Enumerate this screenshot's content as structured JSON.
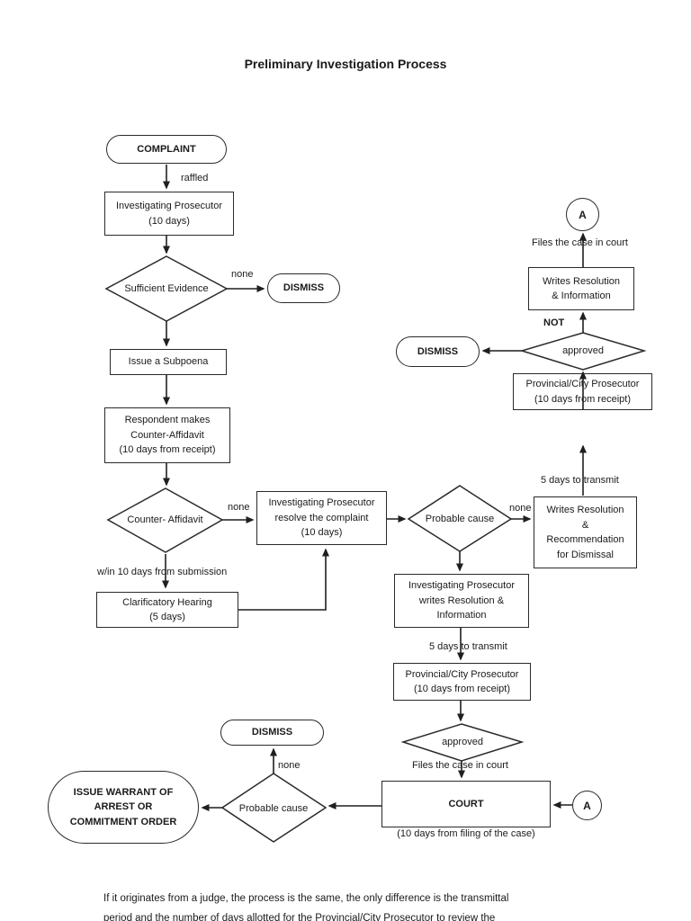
{
  "colors": {
    "ink": "#1a1a1a",
    "line": "#1f1f1f",
    "background": "#ffffff"
  },
  "title": "Preliminary Investigation Process",
  "nodes": {
    "complaint": "COMPLAINT",
    "investigating_prosecutor": "Investigating Prosecutor\n(10 days)",
    "sufficient_evidence": "Sufficient\nEvidence",
    "dismiss_top": "DISMISS",
    "issue_subpoena": "Issue a Subpoena",
    "respondent_counter_affidavit": "Respondent makes\nCounter-Affidavit\n(10 days from receipt)",
    "counter_affidavit": "Counter-\nAffidavit",
    "clarificatory_hearing": "Clarificatory Hearing\n(5 days)",
    "resolve_complaint": "Investigating Prosecutor\nresolve the complaint\n(10 days)",
    "probable_cause_mid": "Probable\ncause",
    "writes_resolution_recommendation": "Writes Resolution\n&\nRecommendation\nfor Dismissal",
    "provincial_prosecutor_right": "Provincial/City Prosecutor\n(10 days from receipt)",
    "approved_right": "approved",
    "dismiss_right": "DISMISS",
    "writes_resolution_information": "Writes Resolution\n& Information",
    "connector_a_top": "A",
    "ip_writes_resolution": "Investigating Prosecutor\nwrites Resolution &\nInformation",
    "provincial_prosecutor_mid": "Provincial/City Prosecutor\n(10 days from receipt)",
    "approved_bottom": "approved",
    "court_title": "COURT",
    "court_subtitle": "(10 days from filing of the case)",
    "connector_a_bottom": "A",
    "dismiss_bottom": "DISMISS",
    "probable_cause_bottom": "Probable\ncause",
    "issue_warrant": "ISSUE WARRANT OF\nARREST OR\nCOMMITMENT ORDER"
  },
  "edge_labels": {
    "raffled": "raffled",
    "none_sufficient": "none",
    "none_counter": "none",
    "none_probable_mid": "none",
    "none_probable_bottom": "none",
    "within_10_days": "w/in 10 days from submission",
    "five_days_transmit_right": "5 days to transmit",
    "five_days_transmit_mid": "5 days to transmit",
    "files_case_top": "Files the case in court",
    "files_case_bottom": "Files the case in court",
    "not_label": "NOT"
  },
  "footer": {
    "line1": "If it originates from a judge, the process is the same, the only difference is the transmittal",
    "line2": "period and the number of days allotted for the Provincial/City Prosecutor to review the"
  }
}
